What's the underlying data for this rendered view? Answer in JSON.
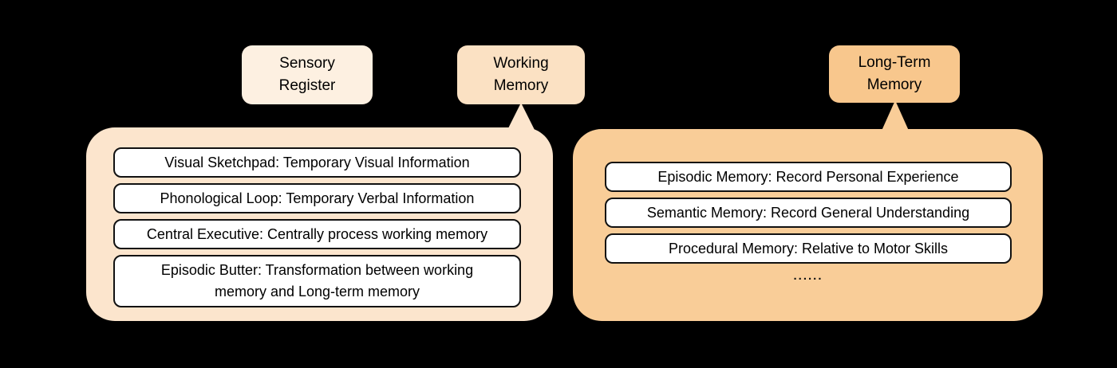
{
  "colors": {
    "background": "#000000",
    "sensory_label_fill": "#fdf0e1",
    "working_label_fill": "#fbe1c3",
    "working_panel_fill": "#fce5cd",
    "longterm_label_fill": "#f8c78d",
    "longterm_panel_fill": "#f9cd98",
    "item_fill": "#ffffff",
    "item_border": "#111111",
    "text": "#000000"
  },
  "labels": {
    "sensory": {
      "line1": "Sensory",
      "line2": "Register"
    },
    "working": {
      "line1": "Working",
      "line2": "Memory"
    },
    "longterm": {
      "line1": "Long-Term",
      "line2": "Memory"
    }
  },
  "panels": {
    "working": {
      "items": [
        "Visual Sketchpad: Temporary Visual Information",
        "Phonological Loop: Temporary Verbal Information",
        "Central Executive: Centrally process working memory",
        "Episodic Butter: Transformation between working memory and Long-term memory"
      ]
    },
    "longterm": {
      "items": [
        "Episodic Memory: Record Personal Experience",
        "Semantic Memory: Record General Understanding",
        "Procedural Memory: Relative to Motor Skills"
      ],
      "ellipsis": "......"
    }
  }
}
